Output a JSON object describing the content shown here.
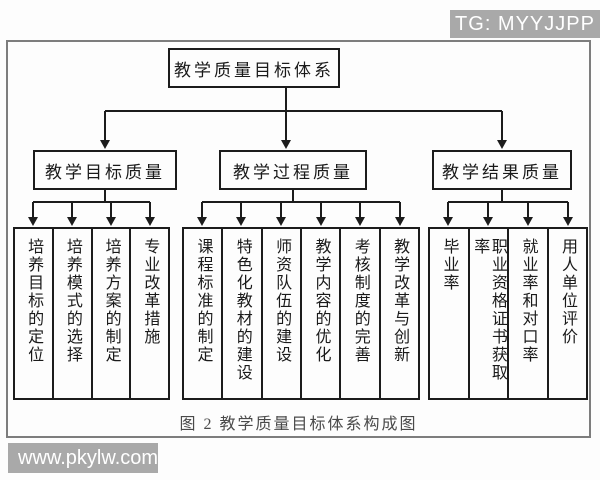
{
  "overlays": {
    "tg_badge": "TG: MYYJJPP",
    "watermark": "www.pkylw.com",
    "badge_bg_color": "#a9a9a9",
    "badge_text_color": "#ffffff"
  },
  "caption": "图 2  教学质量目标体系构成图",
  "diagram": {
    "line_color": "#1c1c1c",
    "root": {
      "label": "教学质量目标体系"
    },
    "branches": [
      {
        "label": "教学目标质量",
        "children": [
          "培养目标的定位",
          "培养模式的选择",
          "培养方案的制定",
          "专业改革措施"
        ]
      },
      {
        "label": "教学过程质量",
        "children": [
          "课程标准的制定",
          "特色化教材的建设",
          "师资队伍的建设",
          "教学内容的优化",
          "考核制度的完善",
          "教学改革与创新"
        ]
      },
      {
        "label": "教学结果质量",
        "children": [
          "毕业率",
          "职业资格证书获取率",
          "就业率和对口率",
          "用人单位评价"
        ]
      }
    ]
  }
}
